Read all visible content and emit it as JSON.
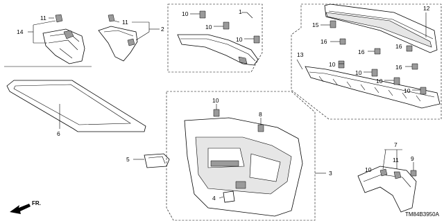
{
  "diagram": {
    "code": "TM84B3950A",
    "direction_label": "FR.",
    "callouts": {
      "c1": "1",
      "c2": "2",
      "c3": "3",
      "c4": "4",
      "c5": "5",
      "c6": "6",
      "c7": "7",
      "c8": "8",
      "c9": "9",
      "c10a": "10",
      "c10b": "10",
      "c10c": "10",
      "c10d": "10",
      "c10e": "10",
      "c10f": "10",
      "c10g": "10",
      "c10h": "10",
      "c10i": "10",
      "c11a": "11",
      "c11b": "11",
      "c11c": "11",
      "c12": "12",
      "c13": "13",
      "c14": "14",
      "c15": "15",
      "c16a": "16",
      "c16b": "16",
      "c16c": "16",
      "c16d": "16"
    }
  }
}
